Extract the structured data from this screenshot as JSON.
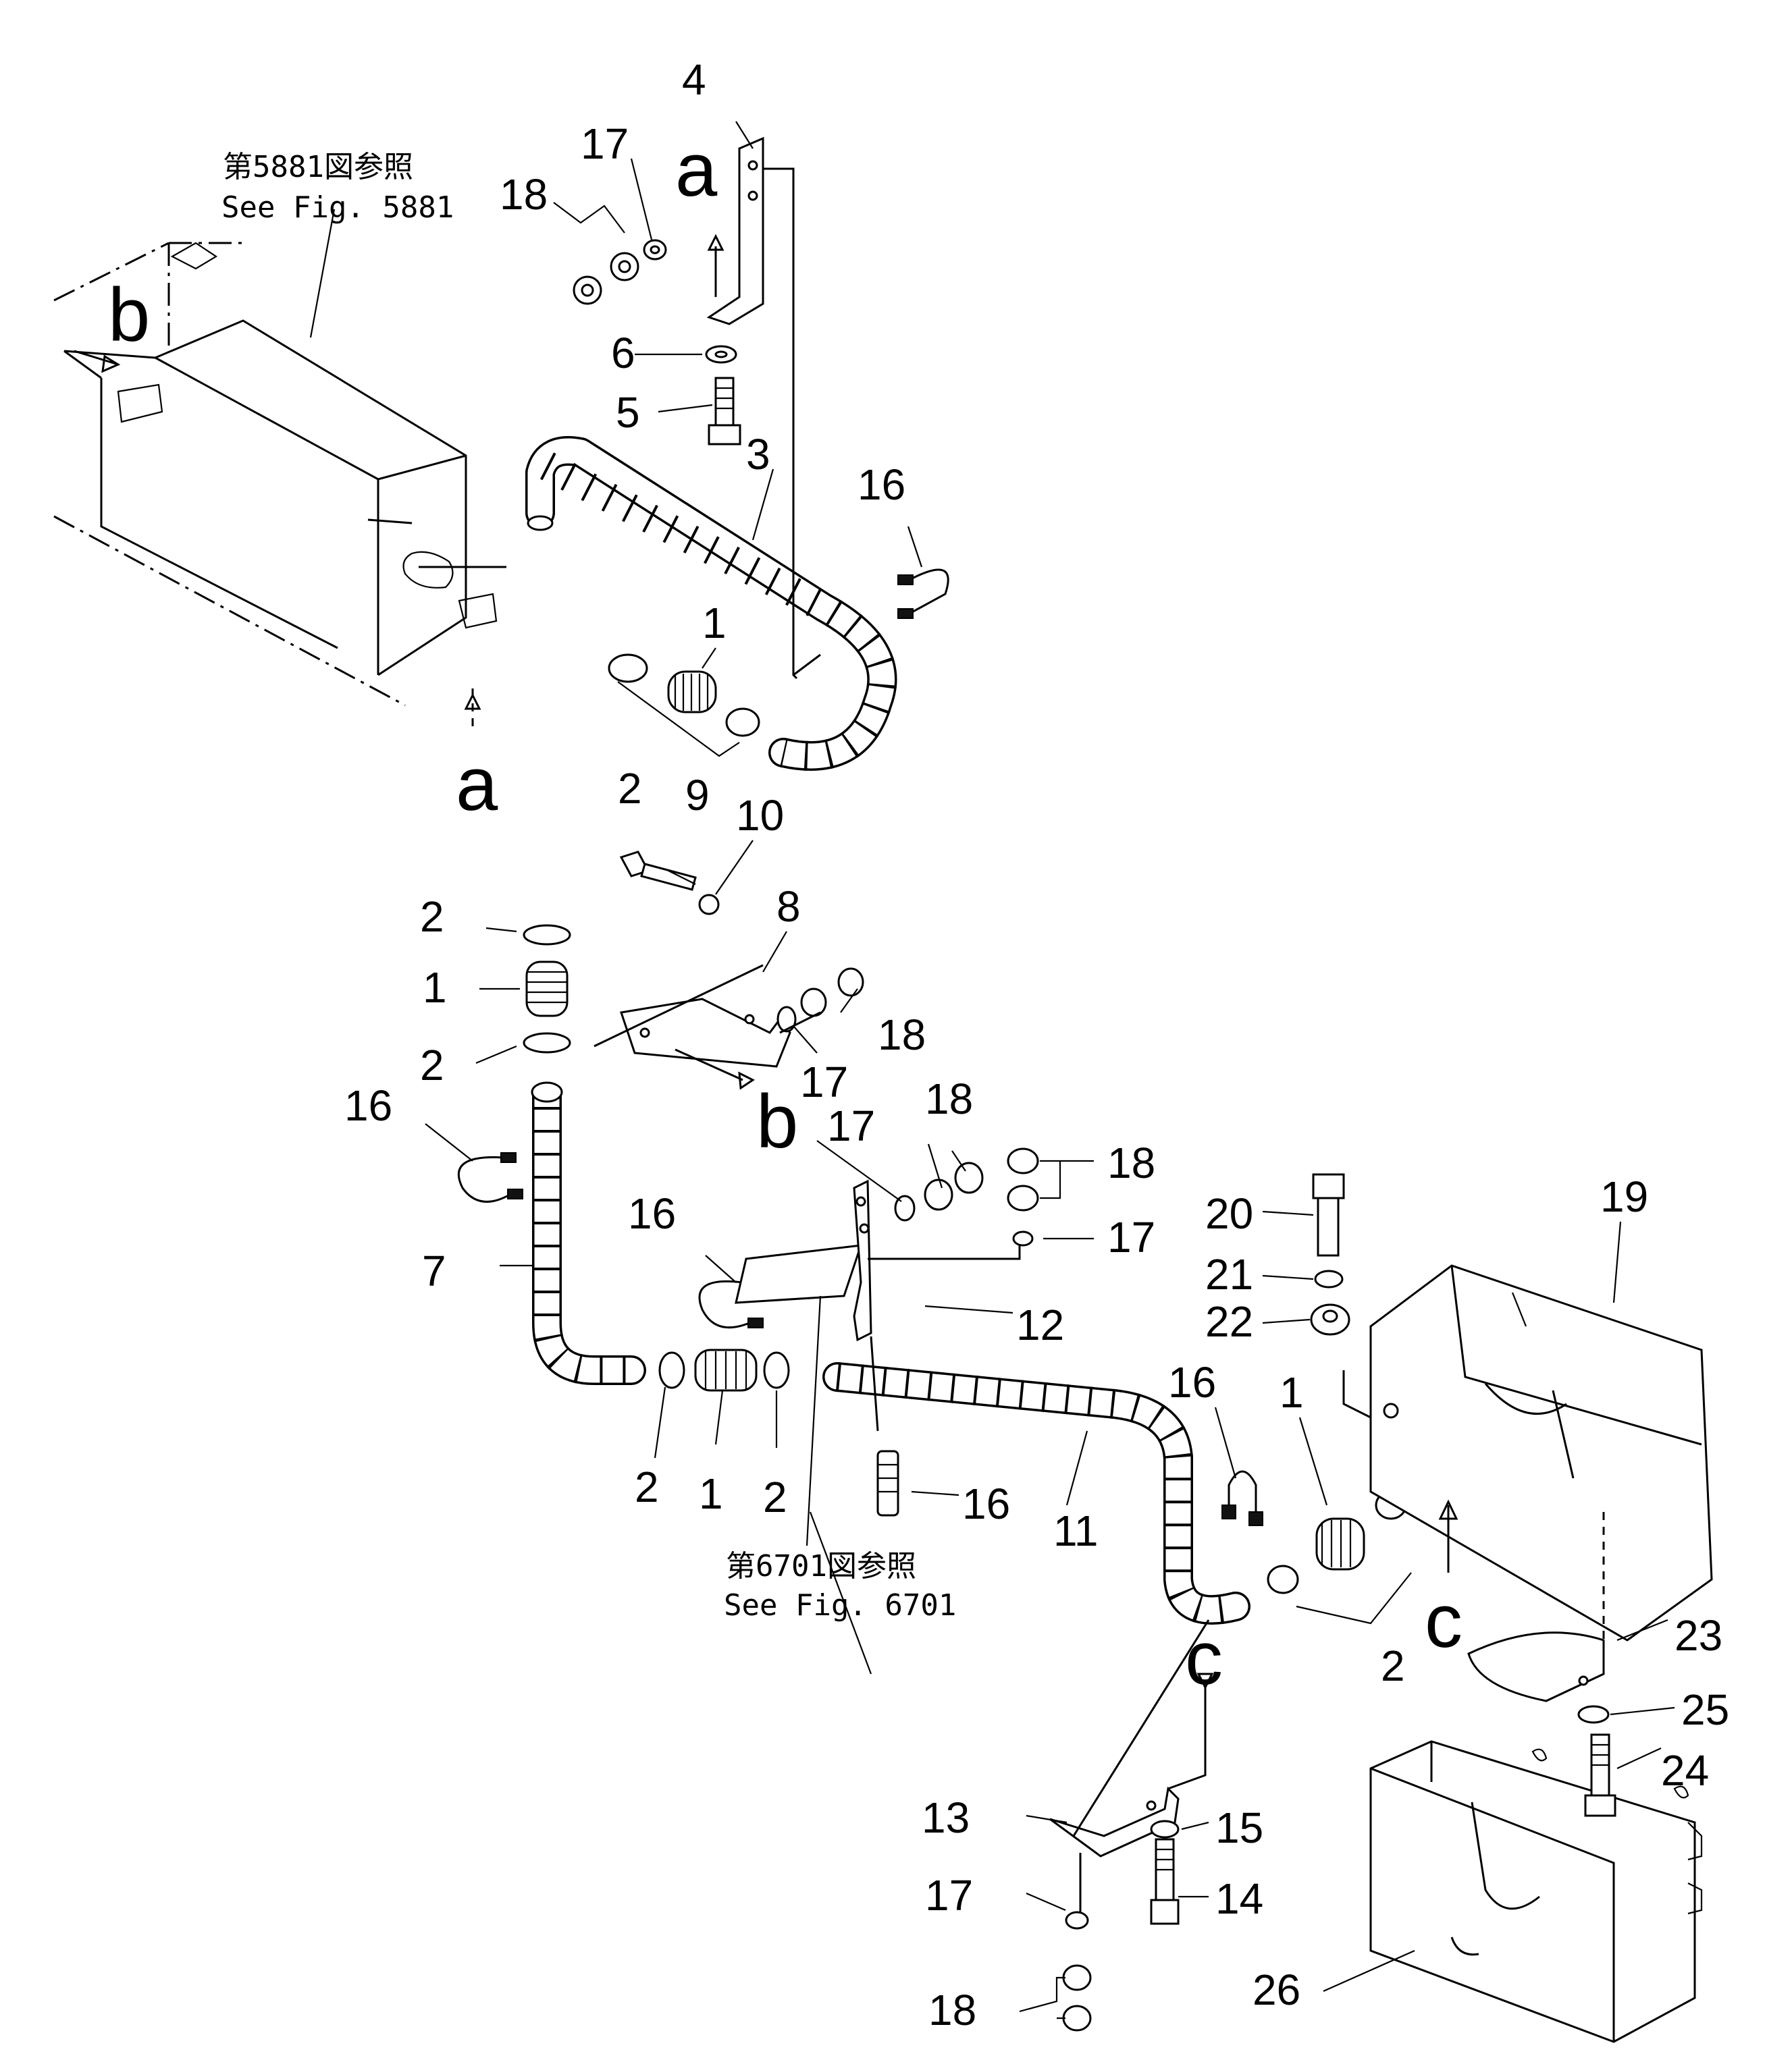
{
  "notes": [
    {
      "jp": "第5881図参照",
      "en": "See  Fig. 5881"
    },
    {
      "jp": "第6701図参照",
      "en": "See  Fig. 6701"
    }
  ],
  "views": {
    "a": "a",
    "b": "b",
    "c": "c"
  },
  "callouts": {
    "n1": "1",
    "n2": "2",
    "n3": "3",
    "n4": "4",
    "n5": "5",
    "n6": "6",
    "n7": "7",
    "n8": "8",
    "n9": "9",
    "n10": "10",
    "n11": "11",
    "n12": "12",
    "n13": "13",
    "n14": "14",
    "n15": "15",
    "n16": "16",
    "n17": "17",
    "n18": "18",
    "n19": "19",
    "n20": "20",
    "n21": "21",
    "n22": "22",
    "n23": "23",
    "n24": "24",
    "n25": "25",
    "n26": "26"
  }
}
